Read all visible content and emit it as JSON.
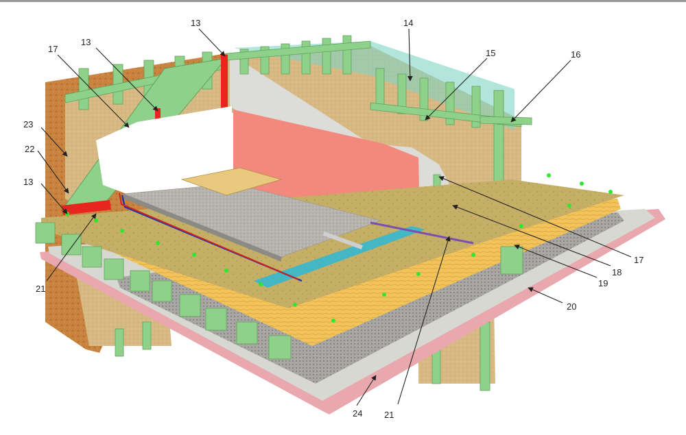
{
  "figure": {
    "callouts": [
      {
        "id": "c13a",
        "text": "13"
      },
      {
        "id": "c13b",
        "text": "13"
      },
      {
        "id": "c13c",
        "text": "13"
      },
      {
        "id": "c14",
        "text": "14"
      },
      {
        "id": "c15",
        "text": "15"
      },
      {
        "id": "c16",
        "text": "16"
      },
      {
        "id": "c17a",
        "text": "17"
      },
      {
        "id": "c17b",
        "text": "17"
      },
      {
        "id": "c18",
        "text": "18"
      },
      {
        "id": "c19",
        "text": "19"
      },
      {
        "id": "c20",
        "text": "20"
      },
      {
        "id": "c21a",
        "text": "21"
      },
      {
        "id": "c21b",
        "text": "21"
      },
      {
        "id": "c22",
        "text": "22"
      },
      {
        "id": "c23",
        "text": "23"
      },
      {
        "id": "c24",
        "text": "24"
      }
    ],
    "colors": {
      "stud_green": "#8fd08a",
      "osb_brown": "#c8823f",
      "mineral_wool": "#d7b985",
      "fire_board_grey": "#d9d9d6",
      "vapor_barrier_pink": "#f3887d",
      "plasterboard_pink": "#e9a7ae",
      "subfloor_osb": "#c6b06a",
      "screed_grey": "#b5b3ae",
      "joist_insulation_yellow": "#f1c35a",
      "sealing_red": "#e8251f",
      "acoustic_strip_cyan": "#43b8c4",
      "clip_green": "#2ee82e",
      "glass_teal": "#7fd4c4",
      "gravel_grey": "#a8a6a2"
    }
  }
}
